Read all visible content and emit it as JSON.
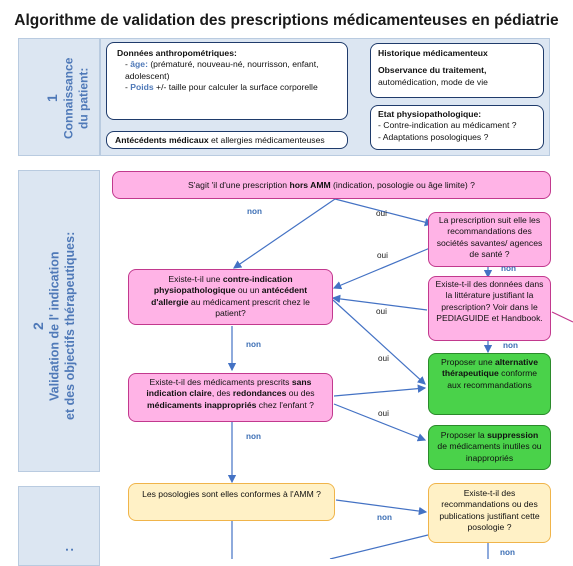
{
  "title": "Algorithme de validation des prescriptions médicamenteuses en pédiatrie",
  "sections": {
    "s1": {
      "num": "1",
      "label1": "Connaissance",
      "label2": "du patient:"
    },
    "s2": {
      "num": "2",
      "label1": "Validation de l' indication",
      "label2": "et des objectifs thérapeutiques:"
    },
    "s3": {
      "label": ":"
    }
  },
  "patient": {
    "anthro_title": "Données anthropométriques:",
    "age_bullet": "-",
    "age_label": "âge:",
    "age_text": " (prématuré, nouveau-né, nourrisson, enfant, adolescent)",
    "poids_bullet": "-",
    "poids_label": "Poids",
    "poids_text": " +/-  taille pour calculer la surface corporelle",
    "antecedents_bold": "Antécédents médicaux",
    "antecedents_rest": " et allergies médicamenteuses",
    "histo_title": "Historique médicamenteux",
    "obs_bold": "Observance du traitement,",
    "obs_rest": " automédication, mode de vie",
    "etat_title": "Etat physiopathologique:",
    "etat_1": "-  Contre-indication au médicament ?",
    "etat_2": "-   Adaptations posologiques ?"
  },
  "flow": {
    "amm_pre": "S'agit 'il d'une prescription ",
    "amm_bold": "hors AMM",
    "amm_post": " (indication, posologie ou âge limite) ?",
    "reco": "La prescription suit elle les recommandations des sociétés savantes/ agences de santé ?",
    "litt": "Existe-t-il des données dans la littérature justifiant la prescription? Voir dans le PEDIAGUIDE et Handbook.",
    "ci_pre": "Existe-t-il une ",
    "ci_b1": "contre-indication physiopathologique",
    "ci_mid": " ou un ",
    "ci_b2": "antécédent d'allergie",
    "ci_post": " au médicament prescrit chez le patient?",
    "dup_pre": "Existe-t-il des médicaments prescrits ",
    "dup_b1": "sans indication claire",
    "dup_mid1": ", des ",
    "dup_b2": "redondances",
    "dup_mid2": " ou des ",
    "dup_b3": "médicaments inappropriés",
    "dup_post": " chez l'enfant ?",
    "alt_pre": "Proposer une ",
    "alt_bold": "alternative thérapeutique",
    "alt_post": " conforme aux recommandations",
    "sup_pre": "Proposer la ",
    "sup_bold": "suppression",
    "sup_post": " de médicaments inutiles ou inappropriés",
    "poso": "Les posologies sont elles conformes à l'AMM ?",
    "poso_reco": "Existe-t-il des recommandations ou des publications justifiant cette posologie ?"
  },
  "edge_labels": {
    "non1": "non",
    "oui1": "oui",
    "oui2": "oui",
    "non2": "non",
    "oui3": "oui",
    "non3": "non",
    "oui4": "oui",
    "oui5": "oui",
    "non4": "non",
    "non5": "non",
    "non6": "non"
  }
}
